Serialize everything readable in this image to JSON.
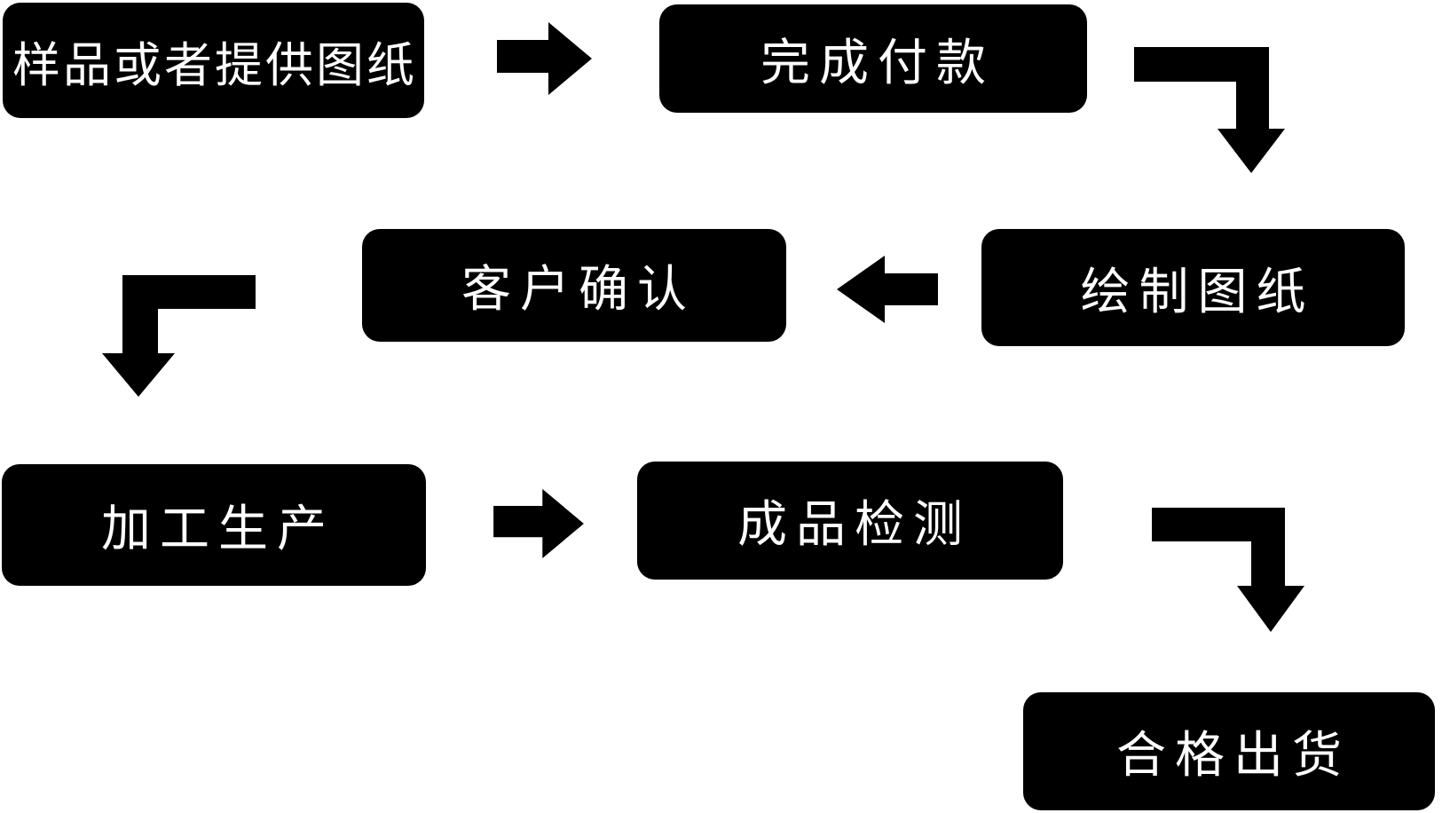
{
  "diagram": {
    "type": "flowchart",
    "language": "zh-CN",
    "colors": {
      "background": "#ffffff",
      "node_fill": "#000000",
      "node_text": "#ffffff",
      "arrow": "#000000"
    },
    "steps": [
      {
        "label": "样品或者提供图纸"
      },
      {
        "label": "完成付款"
      },
      {
        "label": "绘制图纸"
      },
      {
        "label": "客户确认"
      },
      {
        "label": "加工生产"
      },
      {
        "label": "成品检测"
      },
      {
        "label": "合格出货"
      }
    ],
    "connections": [
      {
        "from": "样品或者提供图纸",
        "to": "完成付款",
        "shape": "straight-right"
      },
      {
        "from": "完成付款",
        "to": "绘制图纸",
        "shape": "elbow-right-then-down"
      },
      {
        "from": "绘制图纸",
        "to": "客户确认",
        "shape": "straight-left"
      },
      {
        "from": "客户确认",
        "to": "加工生产",
        "shape": "elbow-left-then-down"
      },
      {
        "from": "加工生产",
        "to": "成品检测",
        "shape": "straight-right"
      },
      {
        "from": "成品检测",
        "to": "合格出货",
        "shape": "elbow-right-then-down"
      }
    ]
  }
}
